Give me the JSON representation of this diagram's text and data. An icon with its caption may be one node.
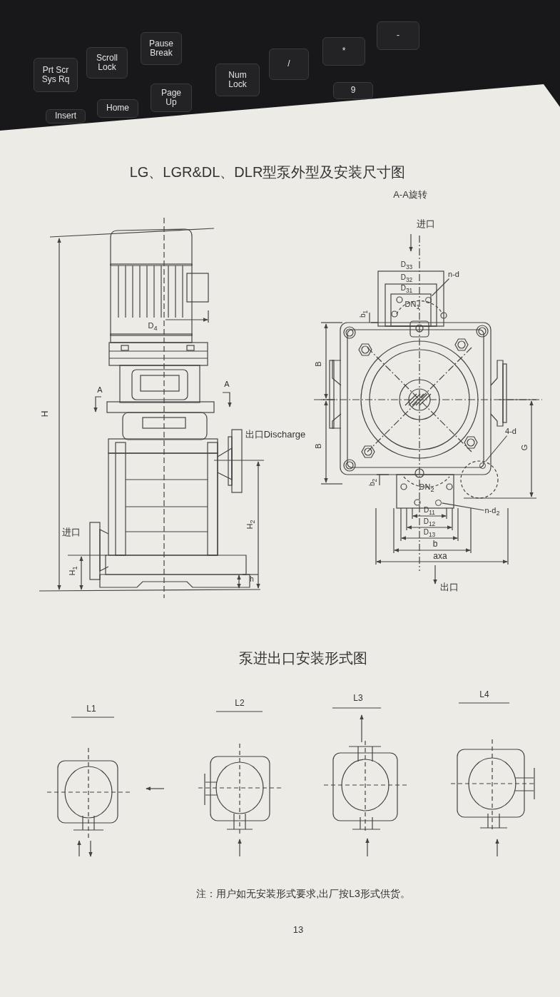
{
  "diagram": {
    "title": "LG、LGR&DL、DLR型泵外型及安装尺寸图",
    "nodes": [
      {
        "text": [
          "n-d"
        ]
      },
      {
        "text": [],
        "shape": "circle"
      },
      {
        "text": [
          "4-d"
        ]
      },
      {
        "text": [],
        "shape": "circle"
      },
      {
        "text": [
          "n-d$_{2}$"
        ]
      },
      {
        "text": [],
        "shape": "circle"
      }
    ],
    "edges": [
      {
        "from": 0,
        "to": 1,
        "arrow": "none"
      },
      {
        "from": 2,
        "to": 3,
        "arrow": "none"
      },
      {
        "from": 4,
        "to": 5,
        "arrow": "none"
      }
    ],
    "labels": [
      "Prt Scr Sys Rq",
      "Scroll Lock",
      "Pause Break",
      "Num Lock",
      "/",
      "*",
      "-",
      "Page Up",
      "9",
      "Home",
      "Insert",
      "A-A旋转",
      "进口",
      "D$_{33}$",
      "D$_{32}$",
      "D$_{31}$",
      "DN$_{1}$",
      "b$_{1}$",
      "D$_{4}$",
      "H",
      "A",
      "A",
      "B",
      "出口Discharge",
      "B",
      "G",
      "b$_{2}$",
      "DN$_{2}$",
      "进口",
      "H$_{2}$",
      "H$_{1}$",
      "h",
      "D$_{11}$",
      "D$_{12}$",
      "D$_{13}$",
      "b",
      "axa",
      "出口",
      "泵进出口安装形式图",
      "L1",
      "L2",
      "L3",
      "L4",
      "注：用户如无安装形式要求,出厂按L3形式供货。",
      "13"
    ]
  }
}
